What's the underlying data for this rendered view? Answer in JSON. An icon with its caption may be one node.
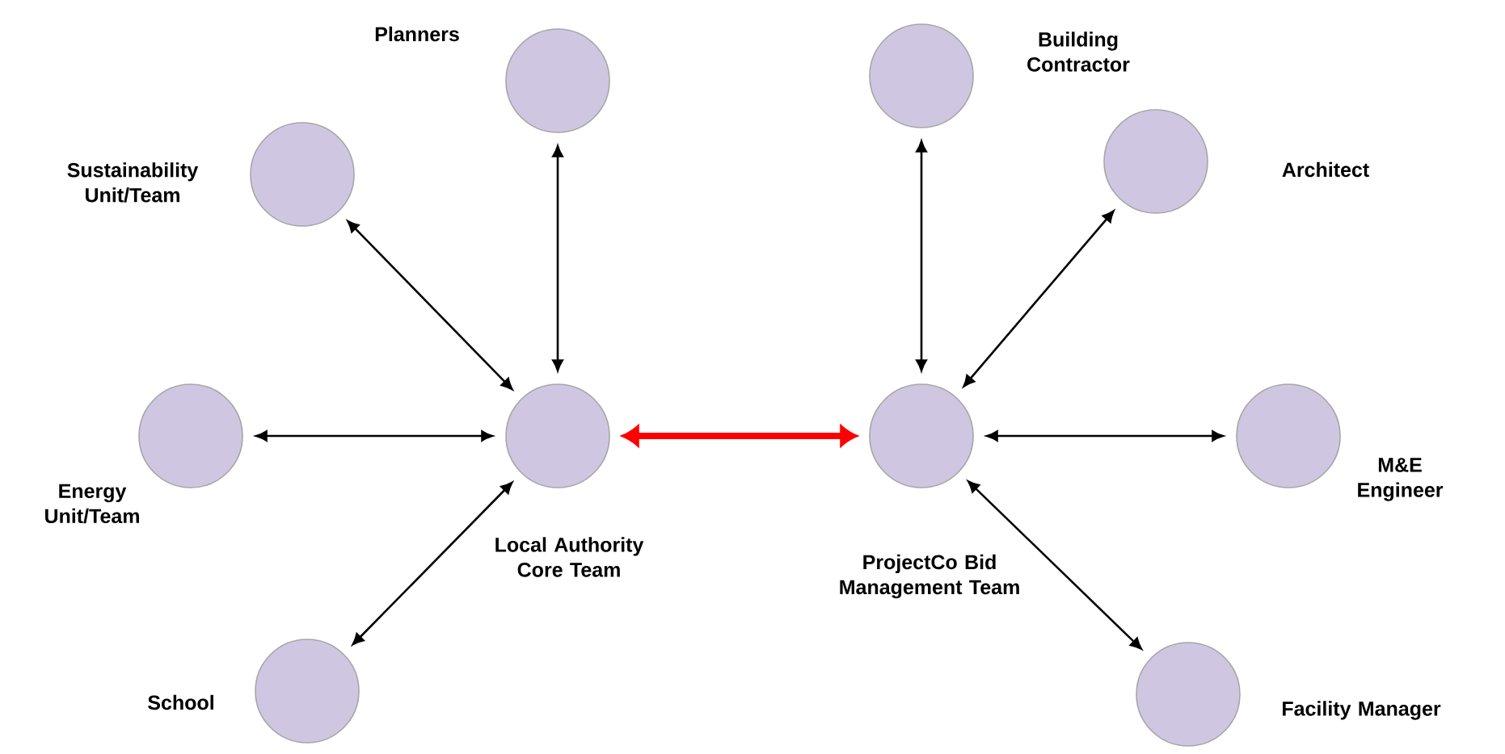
{
  "diagram": {
    "nodes": [
      {
        "text": [],
        "shape": "circle",
        "beside": [
          "Planners"
        ]
      },
      {
        "text": [],
        "shape": "circle",
        "beside": [
          "Sustainability Unit/Team"
        ]
      },
      {
        "text": [],
        "shape": "circle",
        "beside": [
          "Energy Unit/Team"
        ]
      },
      {
        "text": [],
        "shape": "circle",
        "beside": [
          "Local Authority Core Team"
        ]
      },
      {
        "text": [],
        "shape": "circle",
        "beside": [
          "School"
        ]
      },
      {
        "text": [],
        "shape": "circle",
        "beside": [
          "ProjectCo Bid Management Team"
        ]
      },
      {
        "text": [],
        "shape": "circle",
        "beside": [
          "Building Contractor"
        ]
      },
      {
        "text": [],
        "shape": "circle",
        "beside": [
          "Architect"
        ]
      },
      {
        "text": [],
        "shape": "circle",
        "beside": [
          "M&E Engineer"
        ]
      },
      {
        "text": [],
        "shape": "circle",
        "beside": [
          "Facility Manager"
        ]
      }
    ],
    "edges": [
      {
        "from": 0,
        "to": 3,
        "arrow": "both"
      },
      {
        "from": 1,
        "to": 3,
        "arrow": "both"
      },
      {
        "from": 2,
        "to": 3,
        "arrow": "both"
      },
      {
        "from": 4,
        "to": 3,
        "arrow": "both"
      },
      {
        "from": 3,
        "to": 5,
        "arrow": "both",
        "style": "thick",
        "color": "#ff0000"
      },
      {
        "from": 6,
        "to": 5,
        "arrow": "both"
      },
      {
        "from": 7,
        "to": 5,
        "arrow": "both"
      },
      {
        "from": 8,
        "to": 5,
        "arrow": "both"
      },
      {
        "from": 9,
        "to": 5,
        "arrow": "both"
      }
    ]
  }
}
